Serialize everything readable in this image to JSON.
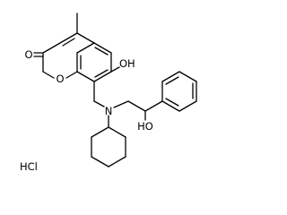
{
  "structure": {
    "atom_labels": {
      "carbonyl_oxygen": "O",
      "ring_oxygen": "O",
      "hydroxyl_phenol": "OH",
      "amine_nitrogen": "N",
      "hydroxyl_alcohol": "HO"
    },
    "salt_label": "HCl"
  }
}
